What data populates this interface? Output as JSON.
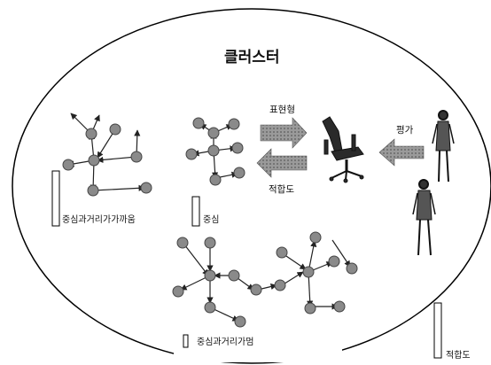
{
  "title": "클러스터",
  "labels": {
    "representation": "표현형",
    "fitness_arrow": "적합도",
    "evaluation": "평가",
    "center_close": "중심과거리가가까움",
    "center": "중심",
    "center_far": "중심과거리가멈",
    "fitness_bar": "적합도"
  },
  "colors": {
    "node": "#8a8a8a",
    "edge": "#222222",
    "arrow_fill": "#9a9a9a",
    "outline": "#000000"
  }
}
